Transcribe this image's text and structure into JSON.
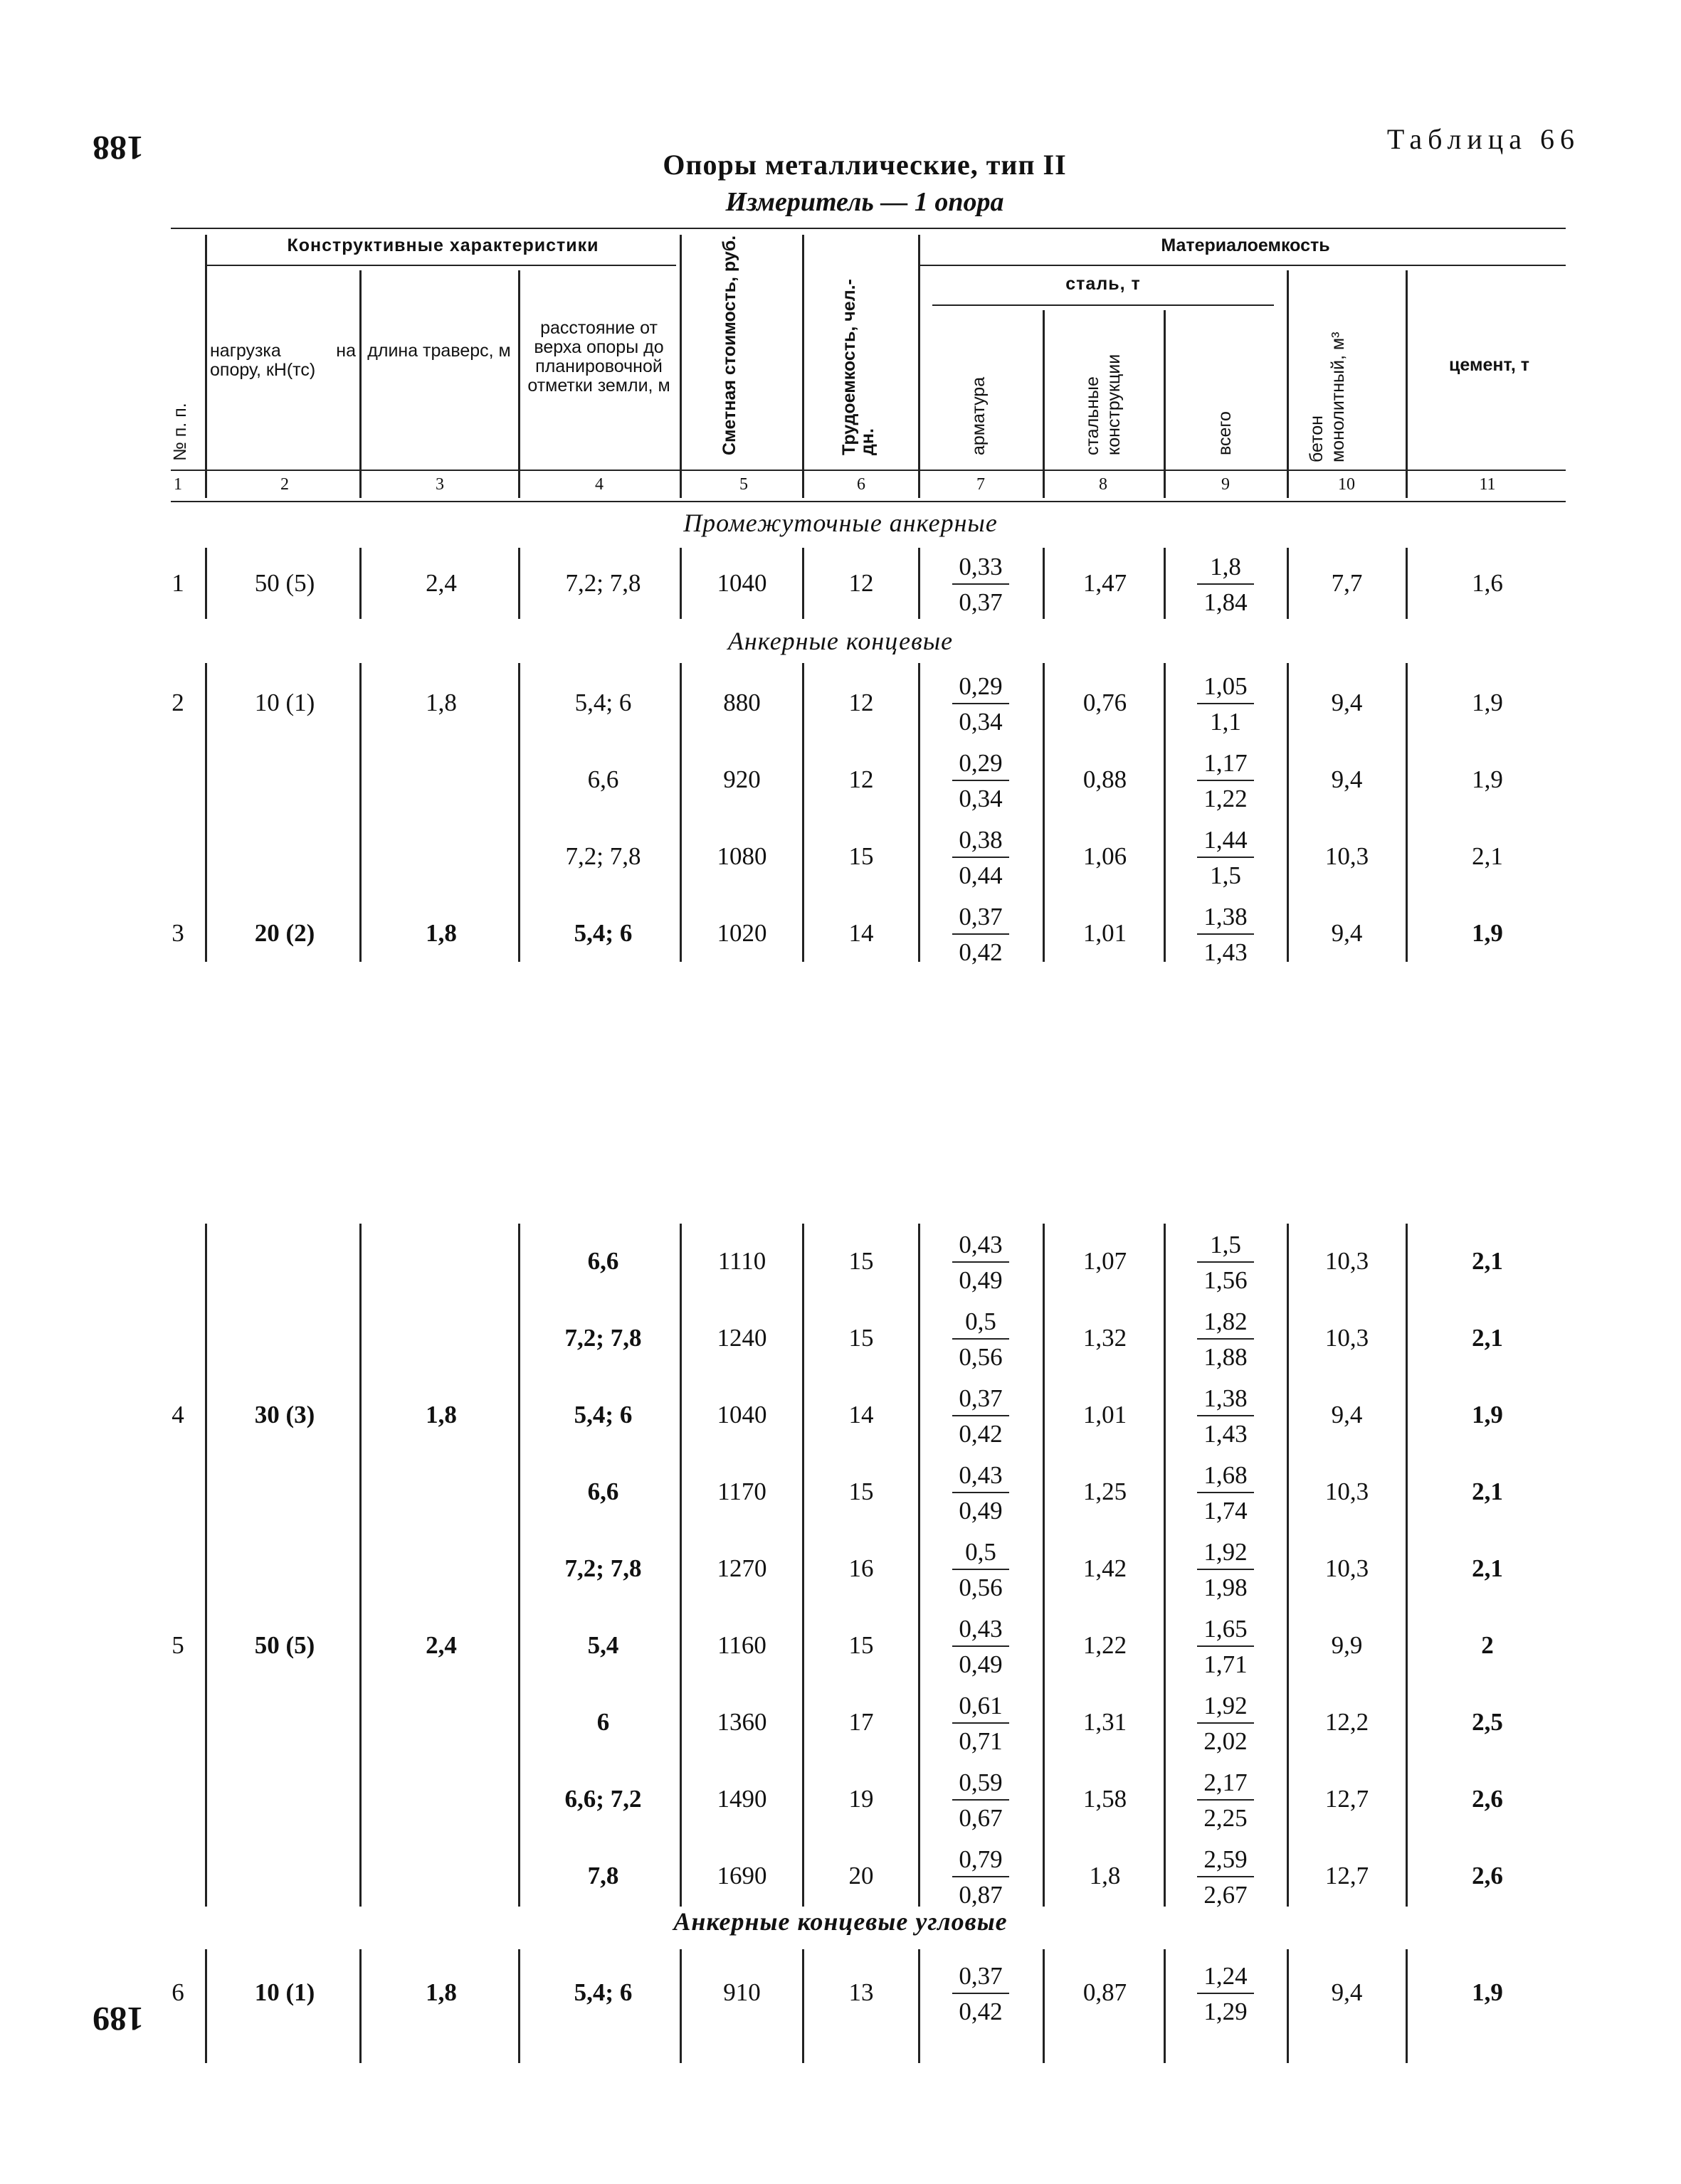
{
  "page_number_top": "188",
  "page_number_bottom": "189",
  "table_label": "Таблица 66",
  "title": "Опоры металлические, тип II",
  "subtitle": "Измеритель — 1 опора",
  "headers": {
    "num": "№ п. п.",
    "group_constr": "Конструктивные характеристики",
    "load": "нагрузка на опору, кН(тс)",
    "traverse": "длина траверс, м",
    "distance": "расстояние от верха опоры до планировочной отметки земли, м",
    "cost": "Сметная стоимость, руб.",
    "labor": "Трудоемкость, чел.-дн.",
    "group_material": "Материалоемкость",
    "steel": "сталь, т",
    "armature": "арматура",
    "steel_struct": "стальные конструкции",
    "total": "всего",
    "concrete": "бетон монолитный, м³",
    "cement": "цемент, т",
    "col_numbers": [
      "1",
      "2",
      "3",
      "4",
      "5",
      "6",
      "7",
      "8",
      "9",
      "10",
      "11"
    ]
  },
  "sections": {
    "s1": "Промежуточные анкерные",
    "s2": "Анкерные концевые",
    "s3": "Анкерные концевые угловые"
  },
  "rows_top": [
    {
      "n": "1",
      "load": "50 (5)",
      "trav": "2,4",
      "dist": "7,2; 7,8",
      "cost": "1040",
      "labor": "12",
      "arm_a": "0,33",
      "arm_b": "0,37",
      "sc": "1,47",
      "tot_a": "1,8",
      "tot_b": "1,84",
      "conc": "7,7",
      "cem": "1,6"
    },
    {
      "n": "2",
      "load": "10 (1)",
      "trav": "1,8",
      "dist": "5,4; 6",
      "cost": "880",
      "labor": "12",
      "arm_a": "0,29",
      "arm_b": "0,34",
      "sc": "0,76",
      "tot_a": "1,05",
      "tot_b": "1,1",
      "conc": "9,4",
      "cem": "1,9"
    },
    {
      "n": "",
      "load": "",
      "trav": "",
      "dist": "6,6",
      "cost": "920",
      "labor": "12",
      "arm_a": "0,29",
      "arm_b": "0,34",
      "sc": "0,88",
      "tot_a": "1,17",
      "tot_b": "1,22",
      "conc": "9,4",
      "cem": "1,9"
    },
    {
      "n": "",
      "load": "",
      "trav": "",
      "dist": "7,2; 7,8",
      "cost": "1080",
      "labor": "15",
      "arm_a": "0,38",
      "arm_b": "0,44",
      "sc": "1,06",
      "tot_a": "1,44",
      "tot_b": "1,5",
      "conc": "10,3",
      "cem": "2,1"
    },
    {
      "n": "3",
      "load": "20 (2)",
      "trav": "1,8",
      "dist": "5,4; 6",
      "cost": "1020",
      "labor": "14",
      "arm_a": "0,37",
      "arm_b": "0,42",
      "sc": "1,01",
      "tot_a": "1,38",
      "tot_b": "1,43",
      "conc": "9,4",
      "cem": "1,9"
    }
  ],
  "rows_bottom": [
    {
      "n": "",
      "load": "",
      "trav": "",
      "dist": "6,6",
      "cost": "1110",
      "labor": "15",
      "arm_a": "0,43",
      "arm_b": "0,49",
      "sc": "1,07",
      "tot_a": "1,5",
      "tot_b": "1,56",
      "conc": "10,3",
      "cem": "2,1"
    },
    {
      "n": "",
      "load": "",
      "trav": "",
      "dist": "7,2; 7,8",
      "cost": "1240",
      "labor": "15",
      "arm_a": "0,5",
      "arm_b": "0,56",
      "sc": "1,32",
      "tot_a": "1,82",
      "tot_b": "1,88",
      "conc": "10,3",
      "cem": "2,1"
    },
    {
      "n": "4",
      "load": "30 (3)",
      "trav": "1,8",
      "dist": "5,4; 6",
      "cost": "1040",
      "labor": "14",
      "arm_a": "0,37",
      "arm_b": "0,42",
      "sc": "1,01",
      "tot_a": "1,38",
      "tot_b": "1,43",
      "conc": "9,4",
      "cem": "1,9"
    },
    {
      "n": "",
      "load": "",
      "trav": "",
      "dist": "6,6",
      "cost": "1170",
      "labor": "15",
      "arm_a": "0,43",
      "arm_b": "0,49",
      "sc": "1,25",
      "tot_a": "1,68",
      "tot_b": "1,74",
      "conc": "10,3",
      "cem": "2,1"
    },
    {
      "n": "",
      "load": "",
      "trav": "",
      "dist": "7,2; 7,8",
      "cost": "1270",
      "labor": "16",
      "arm_a": "0,5",
      "arm_b": "0,56",
      "sc": "1,42",
      "tot_a": "1,92",
      "tot_b": "1,98",
      "conc": "10,3",
      "cem": "2,1"
    },
    {
      "n": "5",
      "load": "50 (5)",
      "trav": "2,4",
      "dist": "5,4",
      "cost": "1160",
      "labor": "15",
      "arm_a": "0,43",
      "arm_b": "0,49",
      "sc": "1,22",
      "tot_a": "1,65",
      "tot_b": "1,71",
      "conc": "9,9",
      "cem": "2"
    },
    {
      "n": "",
      "load": "",
      "trav": "",
      "dist": "6",
      "cost": "1360",
      "labor": "17",
      "arm_a": "0,61",
      "arm_b": "0,71",
      "sc": "1,31",
      "tot_a": "1,92",
      "tot_b": "2,02",
      "conc": "12,2",
      "cem": "2,5"
    },
    {
      "n": "",
      "load": "",
      "trav": "",
      "dist": "6,6; 7,2",
      "cost": "1490",
      "labor": "19",
      "arm_a": "0,59",
      "arm_b": "0,67",
      "sc": "1,58",
      "tot_a": "2,17",
      "tot_b": "2,25",
      "conc": "12,7",
      "cem": "2,6"
    },
    {
      "n": "",
      "load": "",
      "trav": "",
      "dist": "7,8",
      "cost": "1690",
      "labor": "20",
      "arm_a": "0,79",
      "arm_b": "0,87",
      "sc": "1,8",
      "tot_a": "2,59",
      "tot_b": "2,67",
      "conc": "12,7",
      "cem": "2,6"
    },
    {
      "n": "6",
      "load": "10 (1)",
      "trav": "1,8",
      "dist": "5,4; 6",
      "cost": "910",
      "labor": "13",
      "arm_a": "0,37",
      "arm_b": "0,42",
      "sc": "0,87",
      "tot_a": "1,24",
      "tot_b": "1,29",
      "conc": "9,4",
      "cem": "1,9"
    }
  ]
}
